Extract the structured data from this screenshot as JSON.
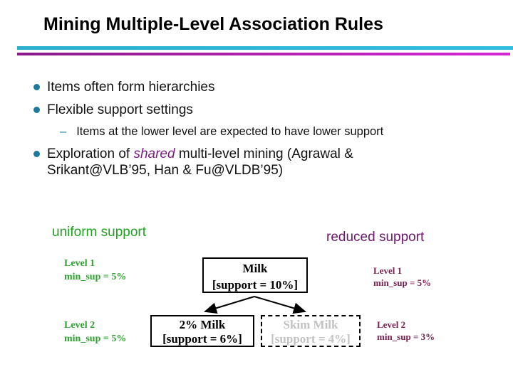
{
  "slide": {
    "title": "Mining Multiple-Level Association Rules",
    "bullet1": "Items often form hierarchies",
    "bullet2": "Flexible support settings",
    "sub_bullet_dash": "–",
    "sub_bullet": "Items at the lower level are expected to have lower support",
    "bullet3_pre": "Exploration of ",
    "bullet3_em": "shared",
    "bullet3_post1": " multi-level mining (Agrawal &",
    "bullet3_post2": "Srikant@VLB’95, Han & Fu@VLDB’95)"
  },
  "diagram": {
    "uniform_label": "uniform support",
    "reduced_label": "reduced support",
    "left_level1_line1": "Level 1",
    "left_level1_line2": "min_sup = 5%",
    "left_level2_line1": "Level 2",
    "left_level2_line2": "min_sup = 5%",
    "right_level1_line1": "Level 1",
    "right_level1_line2": "min_sup = 5%",
    "right_level2_line1": "Level 2",
    "right_level2_line2": "min_sup = 3%",
    "milk_line1": "Milk",
    "milk_line2": "[support = 10%]",
    "milk2_line1": "2% Milk",
    "milk2_line2": "[support = 6%]",
    "skim_line1": "Skim Milk",
    "skim_line2": "[support = 4%]"
  },
  "colors": {
    "accent_cyan": "#2ab4d6",
    "accent_magenta": "#c21ec2",
    "bullet_teal": "#1b7a9b",
    "uniform_green": "#21a321",
    "reduced_purple": "#6e176e",
    "left_label_green": "#2ea32e",
    "right_label_maroon": "#7b2152",
    "disabled_gray": "#c2c2c2",
    "shared_em_purple": "#7b2182"
  }
}
